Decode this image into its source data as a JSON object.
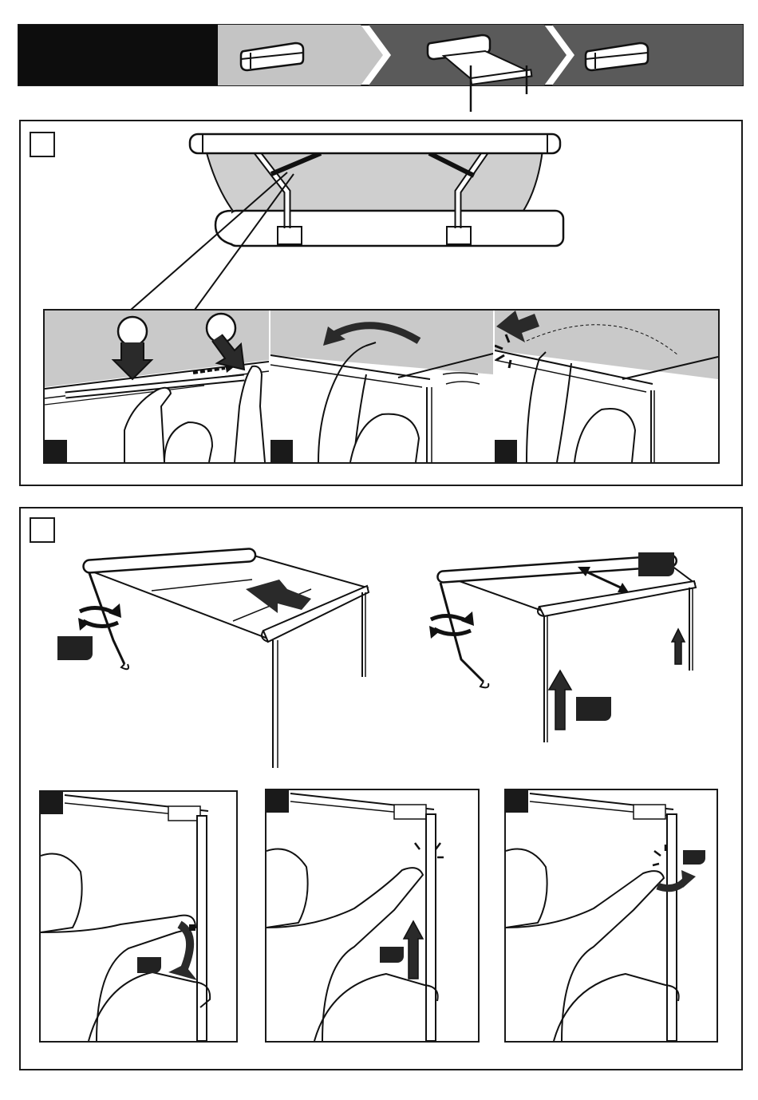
{
  "header": {
    "stages": [
      {
        "name": "awning-closed"
      },
      {
        "name": "awning-open"
      },
      {
        "name": "awning-closed"
      }
    ]
  },
  "section_a": {
    "sub_steps": [
      {
        "name": "release-arms"
      },
      {
        "name": "rotate-arm-down"
      },
      {
        "name": "click-arm-in"
      }
    ]
  },
  "section_b": {
    "upper_steps": [
      {
        "name": "crank-retract"
      },
      {
        "name": "raise-legs"
      }
    ],
    "lower_steps": [
      {
        "name": "unlock-leg"
      },
      {
        "name": "push-leg-up"
      },
      {
        "name": "click-leg-in"
      }
    ]
  },
  "colors": {
    "dark": "#1a1a1a",
    "mid_gray": "#5a5a5a",
    "light_gray": "#bcbcbc",
    "fabric_gray": "#cfcfcf"
  }
}
